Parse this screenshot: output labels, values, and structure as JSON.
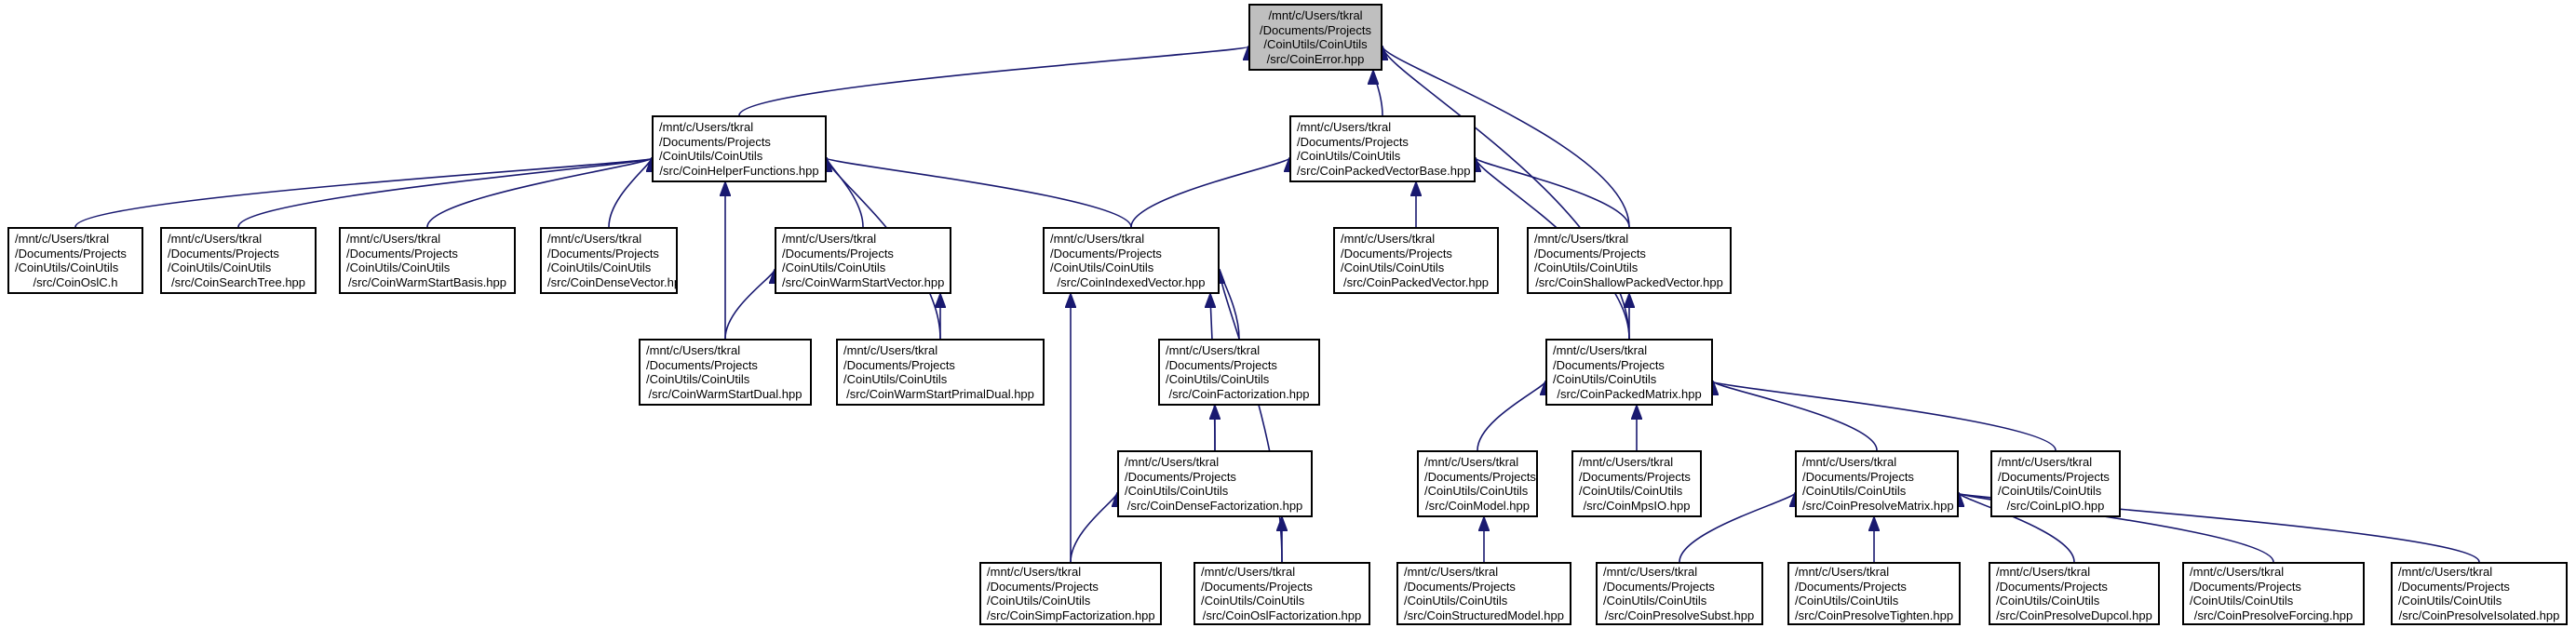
{
  "diagram": {
    "title": "",
    "edge_color": "#191970",
    "node_border_color": "#000000",
    "root_fill": "#bfbfbf",
    "nodes": [
      {
        "id": "err",
        "lines": [
          "/mnt/c/Users/tkral",
          "/Documents/Projects",
          "/CoinUtils/CoinUtils",
          "/src/CoinError.hpp"
        ]
      },
      {
        "id": "help",
        "lines": [
          "/mnt/c/Users/tkral",
          "/Documents/Projects",
          "/CoinUtils/CoinUtils",
          "/src/CoinHelperFunctions.hpp"
        ]
      },
      {
        "id": "pvb",
        "lines": [
          "/mnt/c/Users/tkral",
          "/Documents/Projects",
          "/CoinUtils/CoinUtils",
          "/src/CoinPackedVectorBase.hpp"
        ]
      },
      {
        "id": "oslc",
        "lines": [
          "/mnt/c/Users/tkral",
          "/Documents/Projects",
          "/CoinUtils/CoinUtils",
          "/src/CoinOslC.h"
        ]
      },
      {
        "id": "stree",
        "lines": [
          "/mnt/c/Users/tkral",
          "/Documents/Projects",
          "/CoinUtils/CoinUtils",
          "/src/CoinSearchTree.hpp"
        ]
      },
      {
        "id": "wsb",
        "lines": [
          "/mnt/c/Users/tkral",
          "/Documents/Projects",
          "/CoinUtils/CoinUtils",
          "/src/CoinWarmStartBasis.hpp"
        ]
      },
      {
        "id": "dvec",
        "lines": [
          "/mnt/c/Users/tkral",
          "/Documents/Projects",
          "/CoinUtils/CoinUtils",
          "/src/CoinDenseVector.hpp"
        ]
      },
      {
        "id": "wsv",
        "lines": [
          "/mnt/c/Users/tkral",
          "/Documents/Projects",
          "/CoinUtils/CoinUtils",
          "/src/CoinWarmStartVector.hpp"
        ]
      },
      {
        "id": "ivec",
        "lines": [
          "/mnt/c/Users/tkral",
          "/Documents/Projects",
          "/CoinUtils/CoinUtils",
          "/src/CoinIndexedVector.hpp"
        ]
      },
      {
        "id": "pvec",
        "lines": [
          "/mnt/c/Users/tkral",
          "/Documents/Projects",
          "/CoinUtils/CoinUtils",
          "/src/CoinPackedVector.hpp"
        ]
      },
      {
        "id": "spvec",
        "lines": [
          "/mnt/c/Users/tkral",
          "/Documents/Projects",
          "/CoinUtils/CoinUtils",
          "/src/CoinShallowPackedVector.hpp"
        ]
      },
      {
        "id": "wsd",
        "lines": [
          "/mnt/c/Users/tkral",
          "/Documents/Projects",
          "/CoinUtils/CoinUtils",
          "/src/CoinWarmStartDual.hpp"
        ]
      },
      {
        "id": "wspd",
        "lines": [
          "/mnt/c/Users/tkral",
          "/Documents/Projects",
          "/CoinUtils/CoinUtils",
          "/src/CoinWarmStartPrimalDual.hpp"
        ]
      },
      {
        "id": "fact",
        "lines": [
          "/mnt/c/Users/tkral",
          "/Documents/Projects",
          "/CoinUtils/CoinUtils",
          "/src/CoinFactorization.hpp"
        ]
      },
      {
        "id": "pmat",
        "lines": [
          "/mnt/c/Users/tkral",
          "/Documents/Projects",
          "/CoinUtils/CoinUtils",
          "/src/CoinPackedMatrix.hpp"
        ]
      },
      {
        "id": "dfact",
        "lines": [
          "/mnt/c/Users/tkral",
          "/Documents/Projects",
          "/CoinUtils/CoinUtils",
          "/src/CoinDenseFactorization.hpp"
        ]
      },
      {
        "id": "model",
        "lines": [
          "/mnt/c/Users/tkral",
          "/Documents/Projects",
          "/CoinUtils/CoinUtils",
          "/src/CoinModel.hpp"
        ]
      },
      {
        "id": "mpsio",
        "lines": [
          "/mnt/c/Users/tkral",
          "/Documents/Projects",
          "/CoinUtils/CoinUtils",
          "/src/CoinMpsIO.hpp"
        ]
      },
      {
        "id": "pmatx",
        "lines": [
          "/mnt/c/Users/tkral",
          "/Documents/Projects",
          "/CoinUtils/CoinUtils",
          "/src/CoinPresolveMatrix.hpp"
        ]
      },
      {
        "id": "lpio",
        "lines": [
          "/mnt/c/Users/tkral",
          "/Documents/Projects",
          "/CoinUtils/CoinUtils",
          "/src/CoinLpIO.hpp"
        ]
      },
      {
        "id": "simpf",
        "lines": [
          "/mnt/c/Users/tkral",
          "/Documents/Projects",
          "/CoinUtils/CoinUtils",
          "/src/CoinSimpFactorization.hpp"
        ]
      },
      {
        "id": "oslf",
        "lines": [
          "/mnt/c/Users/tkral",
          "/Documents/Projects",
          "/CoinUtils/CoinUtils",
          "/src/CoinOslFactorization.hpp"
        ]
      },
      {
        "id": "smodel",
        "lines": [
          "/mnt/c/Users/tkral",
          "/Documents/Projects",
          "/CoinUtils/CoinUtils",
          "/src/CoinStructuredModel.hpp"
        ]
      },
      {
        "id": "psub",
        "lines": [
          "/mnt/c/Users/tkral",
          "/Documents/Projects",
          "/CoinUtils/CoinUtils",
          "/src/CoinPresolveSubst.hpp"
        ]
      },
      {
        "id": "ptight",
        "lines": [
          "/mnt/c/Users/tkral",
          "/Documents/Projects",
          "/CoinUtils/CoinUtils",
          "/src/CoinPresolveTighten.hpp"
        ]
      },
      {
        "id": "pdup",
        "lines": [
          "/mnt/c/Users/tkral",
          "/Documents/Projects",
          "/CoinUtils/CoinUtils",
          "/src/CoinPresolveDupcol.hpp"
        ]
      },
      {
        "id": "pforce",
        "lines": [
          "/mnt/c/Users/tkral",
          "/Documents/Projects",
          "/CoinUtils/CoinUtils",
          "/src/CoinPresolveForcing.hpp"
        ]
      },
      {
        "id": "piso",
        "lines": [
          "/mnt/c/Users/tkral",
          "/Documents/Projects",
          "/CoinUtils/CoinUtils",
          "/src/CoinPresolveIsolated.hpp"
        ]
      }
    ],
    "edges": [
      {
        "from": "help",
        "to": "err"
      },
      {
        "from": "pvb",
        "to": "err"
      },
      {
        "from": "pmat",
        "to": "err"
      },
      {
        "from": "spvec",
        "to": "err"
      },
      {
        "from": "oslc",
        "to": "help"
      },
      {
        "from": "stree",
        "to": "help"
      },
      {
        "from": "wsb",
        "to": "help"
      },
      {
        "from": "dvec",
        "to": "help"
      },
      {
        "from": "wsv",
        "to": "help"
      },
      {
        "from": "wsd",
        "to": "help"
      },
      {
        "from": "wspd",
        "to": "help"
      },
      {
        "from": "ivec",
        "to": "help"
      },
      {
        "from": "ivec",
        "to": "pvb"
      },
      {
        "from": "pvec",
        "to": "pvb"
      },
      {
        "from": "spvec",
        "to": "pvb"
      },
      {
        "from": "pmat",
        "to": "pvb"
      },
      {
        "from": "wsd",
        "to": "wsv"
      },
      {
        "from": "wspd",
        "to": "wsv"
      },
      {
        "from": "pmat",
        "to": "spvec"
      },
      {
        "from": "fact",
        "to": "ivec"
      },
      {
        "from": "dfact",
        "to": "ivec"
      },
      {
        "from": "simpf",
        "to": "ivec"
      },
      {
        "from": "oslf",
        "to": "ivec"
      },
      {
        "from": "dfact",
        "to": "fact"
      },
      {
        "from": "simpf",
        "to": "dfact"
      },
      {
        "from": "oslf",
        "to": "dfact"
      },
      {
        "from": "model",
        "to": "pmat"
      },
      {
        "from": "mpsio",
        "to": "pmat"
      },
      {
        "from": "pmatx",
        "to": "pmat"
      },
      {
        "from": "lpio",
        "to": "pmat"
      },
      {
        "from": "smodel",
        "to": "model"
      },
      {
        "from": "psub",
        "to": "pmatx"
      },
      {
        "from": "ptight",
        "to": "pmatx"
      },
      {
        "from": "pdup",
        "to": "pmatx"
      },
      {
        "from": "pforce",
        "to": "pmatx"
      },
      {
        "from": "piso",
        "to": "pmatx"
      }
    ]
  }
}
